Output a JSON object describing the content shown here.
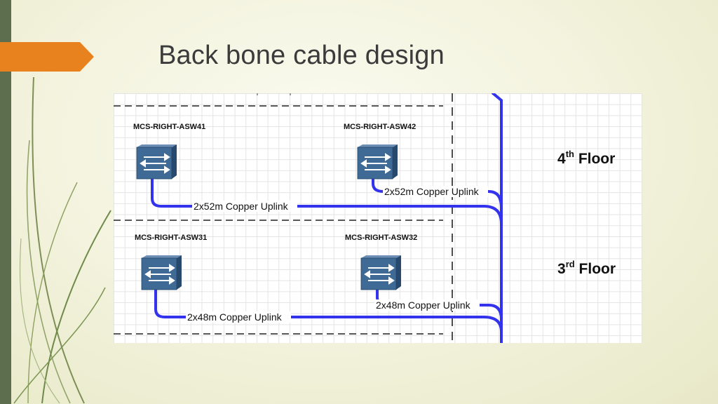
{
  "slide": {
    "title": "Back bone cable design"
  },
  "diagram": {
    "floors": [
      {
        "number": "4",
        "superscript": "th",
        "word": "Floor",
        "switches": [
          {
            "name": "MCS-RIGHT-ASW41",
            "uplink": "2x52m Copper Uplink"
          },
          {
            "name": "MCS-RIGHT-ASW42",
            "uplink": "2x52m Copper Uplink"
          }
        ]
      },
      {
        "number": "3",
        "superscript": "rd",
        "word": "Floor",
        "switches": [
          {
            "name": "MCS-RIGHT-ASW31",
            "uplink": "2x48m Copper Uplink"
          },
          {
            "name": "MCS-RIGHT-ASW32",
            "uplink": "2x48m Copper Uplink"
          }
        ]
      }
    ],
    "colors": {
      "cable": "#3333ee",
      "switch_body": "#3f6a96",
      "switch_dark": "#27496d",
      "accent_orange": "#e8821e",
      "sidebar_green": "#5c6e4e"
    },
    "icons": [
      "network-switch-icon"
    ]
  }
}
